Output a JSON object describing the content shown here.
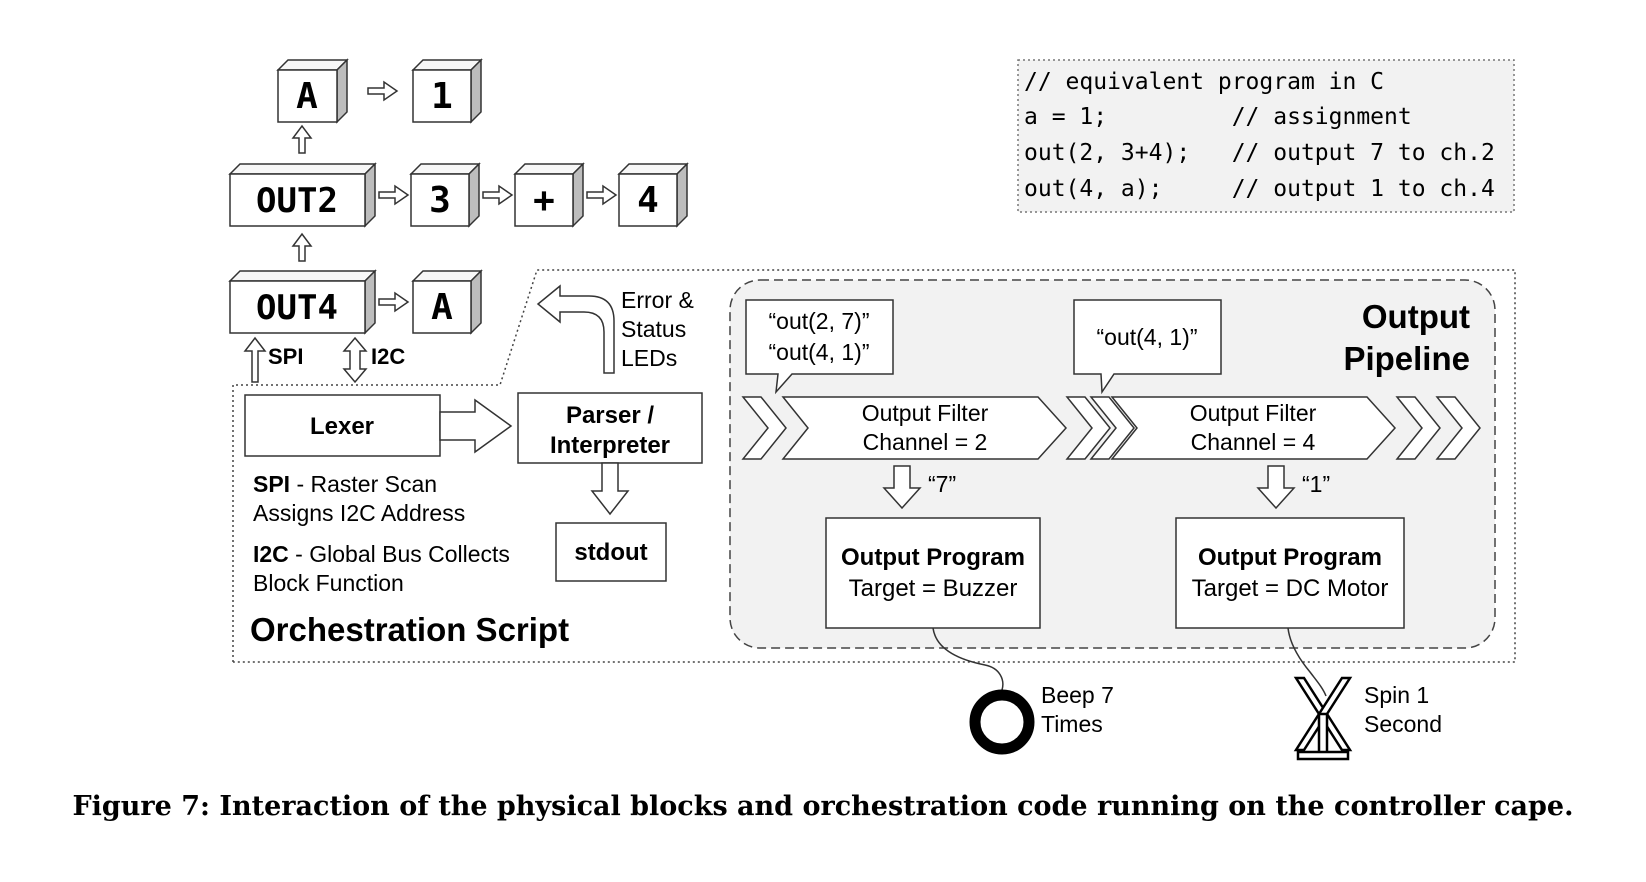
{
  "blocks": {
    "a_top": "A",
    "one": "1",
    "out2": "OUT2",
    "three": "3",
    "plus": "+",
    "four": "4",
    "out4": "OUT4",
    "a_bottom": "A"
  },
  "bus": {
    "spi": "SPI",
    "i2c": "I2C"
  },
  "code": {
    "line1": "// equivalent program in C",
    "line2": "a = 1;         // assignment",
    "line3": "out(2, 3+4);   // output 7 to ch.2",
    "line4": "out(4, a);     // output 1 to ch.4"
  },
  "orchestration": {
    "title": "Orchestration Script",
    "lexer": "Lexer",
    "parser_line1": "Parser /",
    "parser_line2": "Interpreter",
    "stdout": "stdout",
    "leds_line1": "Error &",
    "leds_line2": "Status",
    "leds_line3": "LEDs",
    "spi_bold": "SPI",
    "spi_rest": " - Raster Scan",
    "spi_line2": "Assigns I2C Address",
    "i2c_bold": "I2C",
    "i2c_rest": " - Global Bus Collects",
    "i2c_line2": "Block Function"
  },
  "pipeline": {
    "title_line1": "Output",
    "title_line2": "Pipeline",
    "bubble1_line1": "“out(2, 7)”",
    "bubble1_line2": "“out(4, 1)”",
    "bubble2": "“out(4, 1)”",
    "filter1_line1": "Output Filter",
    "filter1_line2": "Channel = 2",
    "filter2_line1": "Output Filter",
    "filter2_line2": "Channel = 4",
    "value1": "“7”",
    "value2": "“1”",
    "program1_title": "Output Program",
    "program1_target": "Target = Buzzer",
    "program2_title": "Output Program",
    "program2_target": "Target = DC Motor"
  },
  "devices": {
    "buzzer_line1": "Beep 7",
    "buzzer_line2": "Times",
    "motor_line1": "Spin 1",
    "motor_line2": "Second"
  },
  "caption": "Figure 7: Interaction of the physical blocks and orchestration code running on the controller cape."
}
